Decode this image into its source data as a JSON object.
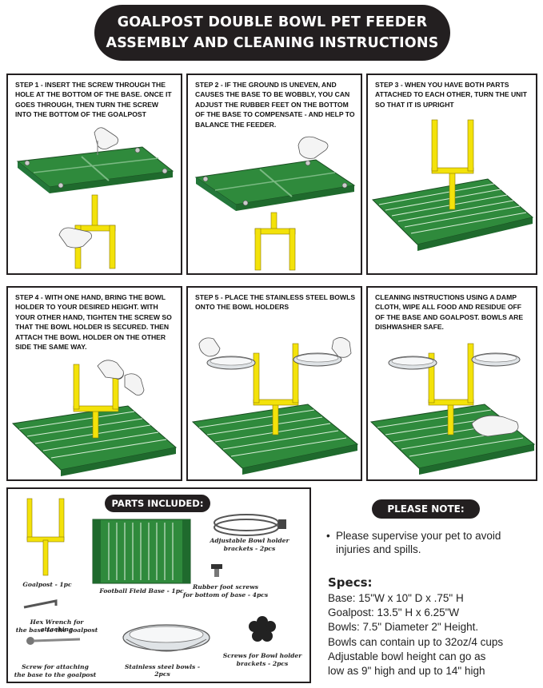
{
  "header": {
    "title_line1": "GOALPOST DOUBLE BOWL PET FEEDER",
    "title_line2": "ASSEMBLY AND CLEANING INSTRUCTIONS"
  },
  "steps": [
    {
      "text": "STEP 1 - INSERT THE SCREW THROUGH THE HOLE AT THE BOTTOM OF THE BASE. ONCE IT GOES THROUGH, THEN TURN THE SCREW INTO THE BOTTOM OF THE GOALPOST"
    },
    {
      "text": "STEP 2 - IF THE GROUND IS UNEVEN, AND CAUSES THE BASE TO BE WOBBLY, YOU CAN ADJUST THE RUBBER FEET ON THE BOTTOM OF THE BASE TO COMPENSATE - AND HELP TO BALANCE THE FEEDER."
    },
    {
      "text": "STEP 3 - WHEN YOU HAVE BOTH PARTS ATTACHED TO EACH OTHER, TURN THE UNIT SO THAT IT IS UPRIGHT"
    },
    {
      "text": "STEP 4 - WITH ONE HAND, BRING THE BOWL HOLDER TO YOUR DESIRED HEIGHT. WITH YOUR OTHER HAND, TIGHTEN THE SCREW SO THAT THE BOWL HOLDER IS SECURED. THEN ATTACH THE BOWL HOLDER ON THE OTHER SIDE THE SAME WAY."
    },
    {
      "text": "STEP 5 - PLACE THE STAINLESS STEEL BOWLS ONTO THE BOWL HOLDERS"
    },
    {
      "text": "CLEANING INSTRUCTIONS USING A DAMP CLOTH, WIPE ALL FOOD AND RESIDUE OFF OF THE BASE AND GOALPOST. BOWLS ARE DISHWASHER SAFE."
    }
  ],
  "parts": {
    "title": "PARTS INCLUDED:",
    "goalpost": "Goalpost - 1pc",
    "field_base": "Football Field Base - 1pc",
    "bracket_line1": "Adjustable Bowl holder",
    "bracket_line2": "brackets - 2pcs",
    "feet_line1": "Rubber foot screws",
    "feet_line2": "for bottom of base - 4pcs",
    "hex_line1": "Hex Wrench for attaching",
    "hex_line2": "the base to the goalpost",
    "screw_line1": "Screw for attaching",
    "screw_line2": "the base to the goalpost",
    "bowls": "Stainless steel bowls - 2pcs",
    "holder_screw_line1": "Screws for Bowl holder",
    "holder_screw_line2": "brackets - 2pcs"
  },
  "note": {
    "title": "PLEASE NOTE:",
    "bullet": "•",
    "text": "Please supervise your pet to avoid injuries and spills."
  },
  "specs": {
    "title": "Specs:",
    "lines": [
      "Base: 15\"W x 10\" D x .75\" H",
      "Goalpost: 13.5\" H x 6.25\"W",
      "Bowls:  7.5\" Diameter 2\" Height.",
      "Bowls can contain up to 32oz/4 cups",
      "Adjustable bowl height can go as",
      "low as 9\" high and up to 14\" high"
    ]
  },
  "colors": {
    "field_green": "#2f8a3c",
    "field_dark": "#1f6a2d",
    "goalpost_yellow": "#f3e20a",
    "banner": "#231f20"
  }
}
